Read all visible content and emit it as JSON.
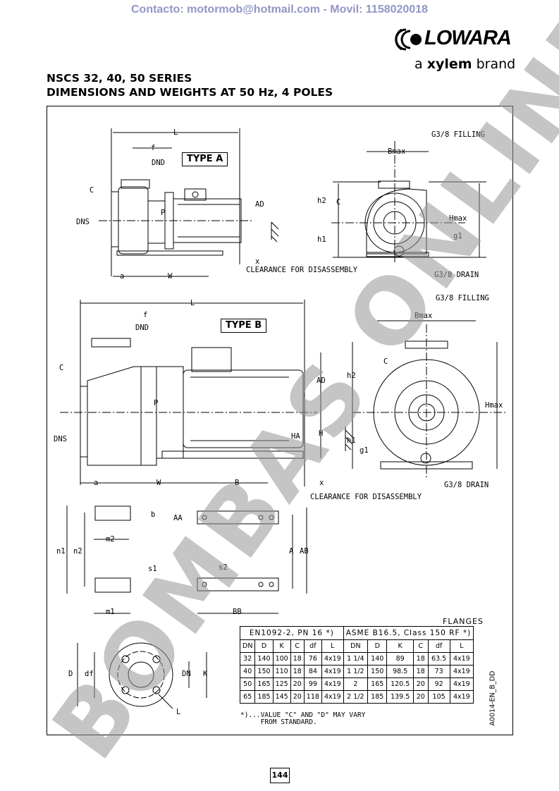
{
  "header": {
    "contact": "Contacto: motormob@hotmail.com - Movil: 1158020018",
    "logo_text": "LOWARA",
    "brand_prefix": "a",
    "brand_name": "xylem",
    "brand_suffix": "brand"
  },
  "title": {
    "line1": "NSCS 32, 40, 50 SERIES",
    "line2": "DIMENSIONS AND WEIGHTS AT 50 Hz, 4 POLES"
  },
  "drawing": {
    "type_a": "TYPE A",
    "type_b": "TYPE B",
    "clearance": "CLEARANCE FOR DISASSEMBLY",
    "filling": "G3/8 FILLING",
    "drain": "G3/8 DRAIN",
    "labels": {
      "L": "L",
      "f": "f",
      "DND": "DND",
      "C": "C",
      "DNS": "DNS",
      "P": "P",
      "AD": "AD",
      "a": "a",
      "W": "W",
      "x": "x",
      "Bmax": "Bmax",
      "h2": "h2",
      "h1": "h1",
      "Hmax": "Hmax",
      "g1": "g1",
      "H": "H",
      "HA": "HA",
      "B": "B",
      "b": "b",
      "AA": "AA",
      "m2": "m2",
      "n1": "n1",
      "n2": "n2",
      "s1": "s1",
      "s2": "s2",
      "m1": "m1",
      "A": "A",
      "AB": "AB",
      "BB": "BB",
      "D": "D",
      "df": "df",
      "DN": "DN",
      "K": "K"
    }
  },
  "flanges": {
    "title": "FLANGES",
    "group1": "EN1092-2, PN 16 *)",
    "group2": "ASME B16.5, Class 150 RF *)",
    "columns": [
      "DN",
      "D",
      "K",
      "C",
      "df",
      "L",
      "DN",
      "D",
      "K",
      "C",
      "df",
      "L"
    ],
    "rows": [
      [
        "32",
        "140",
        "100",
        "18",
        "76",
        "4x19",
        "1 1/4",
        "140",
        "89",
        "18",
        "63.5",
        "4x19"
      ],
      [
        "40",
        "150",
        "110",
        "18",
        "84",
        "4x19",
        "1 1/2",
        "150",
        "98.5",
        "18",
        "73",
        "4x19"
      ],
      [
        "50",
        "165",
        "125",
        "20",
        "99",
        "4x19",
        "2",
        "165",
        "120.5",
        "20",
        "92",
        "4x19"
      ],
      [
        "65",
        "185",
        "145",
        "20",
        "118",
        "4x19",
        "2 1/2",
        "185",
        "139.5",
        "20",
        "105",
        "4x19"
      ]
    ],
    "note_line1": "*)...VALUE \"C\" AND \"D\" MAY VARY",
    "note_line2": "FROM STANDARD."
  },
  "doc_code": "A0014-EN_B_DD",
  "page_number": "144",
  "watermark": "BOMBAS ONLINE"
}
